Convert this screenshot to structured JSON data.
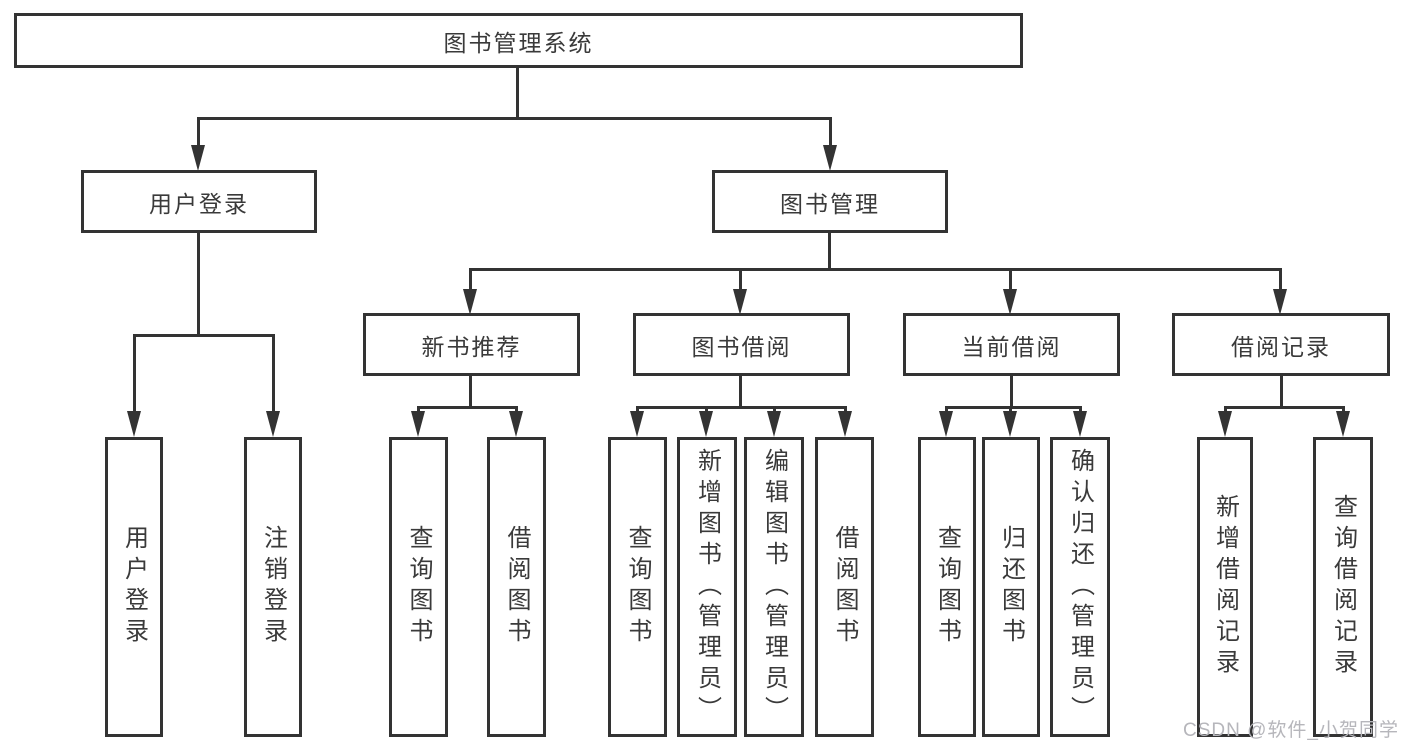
{
  "watermark": "CSDN @软件_小贺同学",
  "colors": {
    "line": "#333333",
    "node_text": "#3a3a3a",
    "watermark": "#b6b6bb",
    "background": "#ffffff"
  },
  "tree": {
    "root": {
      "label": "图书管理系统"
    },
    "branches": [
      {
        "label": "用户登录",
        "children": [
          {
            "label": "用户登录"
          },
          {
            "label": "注销登录"
          }
        ]
      },
      {
        "label": "图书管理",
        "children": [
          {
            "label": "新书推荐",
            "children": [
              {
                "label": "查询图书"
              },
              {
                "label": "借阅图书"
              }
            ]
          },
          {
            "label": "图书借阅",
            "children": [
              {
                "label": "查询图书"
              },
              {
                "label": "新增图书（管理员）"
              },
              {
                "label": "编辑图书（管理员）"
              },
              {
                "label": "借阅图书"
              }
            ]
          },
          {
            "label": "当前借阅",
            "children": [
              {
                "label": "查询图书"
              },
              {
                "label": "归还图书"
              },
              {
                "label": "确认归还（管理员）"
              }
            ]
          },
          {
            "label": "借阅记录",
            "children": [
              {
                "label": "新增借阅记录"
              },
              {
                "label": "查询借阅记录"
              }
            ]
          }
        ]
      }
    ]
  }
}
